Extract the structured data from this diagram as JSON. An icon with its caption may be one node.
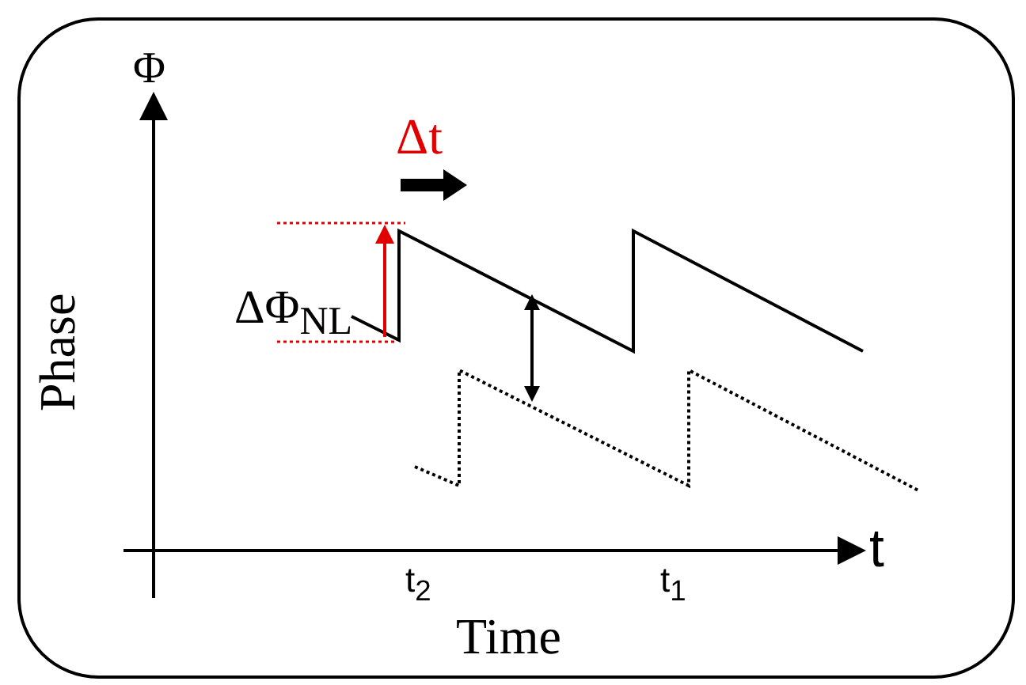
{
  "diagram": {
    "labels": [
      "Φ",
      "Δt",
      "ΔΦ$_{NL}$",
      "Phase",
      "t$_{2}$",
      "t$_{1}$",
      "Time",
      "t"
    ]
  }
}
